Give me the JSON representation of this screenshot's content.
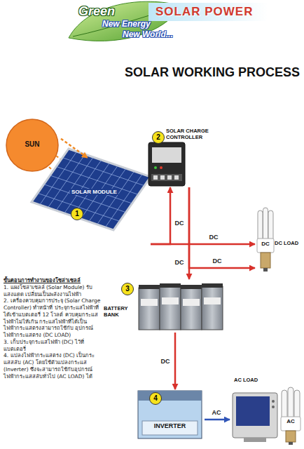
{
  "diagram": {
    "title": "SOLAR WORKING PROCESS",
    "nodes": [
      {
        "text": [
          "SUN"
        ]
      },
      {
        "text": [
          "SOLAR MODULE"
        ]
      },
      {
        "text": [
          "SOLAR CHARGE CONTROLLER"
        ]
      },
      {
        "text": [
          "DC",
          "DC LOAD"
        ]
      },
      {
        "text": [
          "BATTERY BANK"
        ]
      },
      {
        "text": [
          "INVERTER"
        ]
      },
      {
        "text": [
          "AC LOAD",
          "AC"
        ]
      }
    ],
    "edges": [
      {
        "from": 0,
        "to": 1,
        "arrow": "to"
      },
      {
        "from": 1,
        "to": 2,
        "label": "DC",
        "arrow": "to"
      },
      {
        "from": 1,
        "to": 3,
        "label": "DC",
        "arrow": "to"
      },
      {
        "from": 2,
        "to": 4,
        "label": "DC",
        "arrow": "to"
      },
      {
        "from": 2,
        "to": 3,
        "label": "DC",
        "arrow": "to"
      },
      {
        "from": 4,
        "to": 5,
        "label": "DC",
        "arrow": "to"
      },
      {
        "from": 5,
        "to": 6,
        "label": "AC",
        "arrow": "to"
      }
    ],
    "labels": [
      "Green",
      "New Energy",
      "New World...",
      "SOLAR POWER",
      "1",
      "2",
      "3",
      "4",
      "ขั้นตอนการทำงานของโซล่าเซลล์",
      "1. แผงโซล่าเซลล์ (Solar Module) รับแสงแดด เปลี่ยนเป็นพลังงานไฟฟ้า",
      "2. เครื่องควบคุมการประจุ (Solar Charge Controller) ทำหน้าที่ ประจุกระแสไฟฟ้าที่ได้เข้าแบตเตอรี่ 12 โวลต์ ควบคุมกระแสไฟฟ้าไม่ให้เกิน กระแสไฟฟ้าที่ได้เป็นไฟฟ้ากระแสตรงสามารถใช้กับ อุปกรณ์ไฟฟ้ากระแสตรง (DC LOAD)",
      "3. เก็บประจุกระแสไฟฟ้า (DC) ไว้ที่แบตเตอรี่",
      "4. แปลงไฟฟ้ากระแสตรง (DC) เป็นกระแสสลับ (AC) โดยใช้ตัวแปลงกระแส (Inverter) ซึ่งจะสามารถใช้กับอุปกรณ์ไฟฟ้ากระแสสลับทั่วไป (AC LOAD) ได้"
    ]
  }
}
